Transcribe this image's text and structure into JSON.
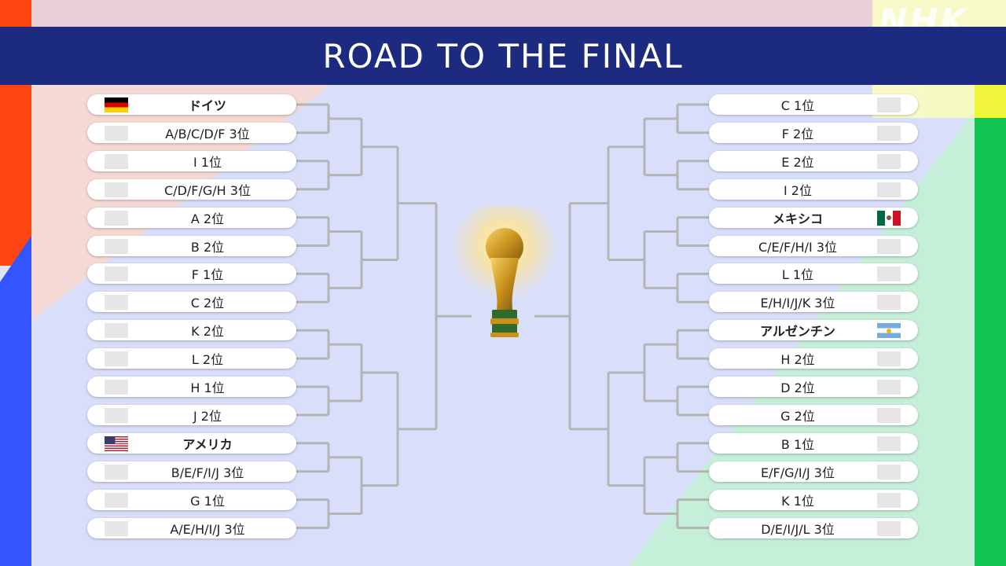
{
  "header": {
    "title": "ROAD TO THE FINAL"
  },
  "logo": {
    "text": "NHK"
  },
  "left_slots": [
    {
      "label": "ドイツ",
      "flag": "germany-flag-icon"
    },
    {
      "label": "A/B/C/D/F 3位",
      "flag": ""
    },
    {
      "label": "I 1位",
      "flag": ""
    },
    {
      "label": "C/D/F/G/H 3位",
      "flag": ""
    },
    {
      "label": "A 2位",
      "flag": ""
    },
    {
      "label": "B 2位",
      "flag": ""
    },
    {
      "label": "F 1位",
      "flag": ""
    },
    {
      "label": "C 2位",
      "flag": ""
    },
    {
      "label": "K 2位",
      "flag": ""
    },
    {
      "label": "L 2位",
      "flag": ""
    },
    {
      "label": "H 1位",
      "flag": ""
    },
    {
      "label": "J 2位",
      "flag": ""
    },
    {
      "label": "アメリカ",
      "flag": "usa-flag-icon"
    },
    {
      "label": "B/E/F/I/J 3位",
      "flag": ""
    },
    {
      "label": "G 1位",
      "flag": ""
    },
    {
      "label": "A/E/H/I/J 3位",
      "flag": ""
    }
  ],
  "right_slots": [
    {
      "label": "C 1位",
      "flag": ""
    },
    {
      "label": "F 2位",
      "flag": ""
    },
    {
      "label": "E 2位",
      "flag": ""
    },
    {
      "label": "I 2位",
      "flag": ""
    },
    {
      "label": "メキシコ",
      "flag": "mexico-flag-icon"
    },
    {
      "label": "C/E/F/H/I 3位",
      "flag": ""
    },
    {
      "label": "L 1位",
      "flag": ""
    },
    {
      "label": "E/H/I/J/K 3位",
      "flag": ""
    },
    {
      "label": "アルゼンチン",
      "flag": "argentina-flag-icon"
    },
    {
      "label": "H 2位",
      "flag": ""
    },
    {
      "label": "D 2位",
      "flag": ""
    },
    {
      "label": "G 2位",
      "flag": ""
    },
    {
      "label": "B 1位",
      "flag": ""
    },
    {
      "label": "E/F/G/I/J 3位",
      "flag": ""
    },
    {
      "label": "K 1位",
      "flag": ""
    },
    {
      "label": "D/E/I/J/L 3位",
      "flag": ""
    }
  ],
  "colors": {
    "banner": "#1c2a80",
    "bracket_line": "#b4b4b4",
    "left_strip_red": "#ff4612",
    "left_strip_blue": "#3355ff",
    "right_strip_green": "#13c653",
    "right_strip_yellow": "#f1f63a"
  },
  "center": {
    "icon": "world-cup-trophy-icon"
  }
}
